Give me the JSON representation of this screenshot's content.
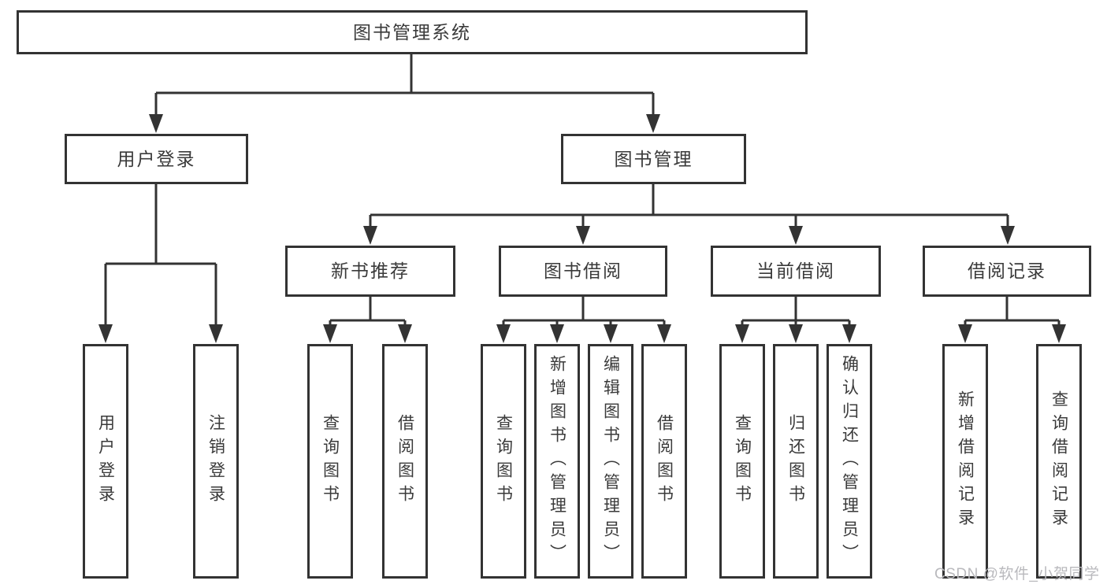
{
  "diagram": {
    "title": "图书管理系统",
    "line_color": "#333333",
    "tree": {
      "label": "图书管理系统",
      "children": [
        {
          "label": "用户登录",
          "children": [
            {
              "label": "用户登录"
            },
            {
              "label": "注销登录"
            }
          ]
        },
        {
          "label": "图书管理",
          "children": [
            {
              "label": "新书推荐",
              "children": [
                {
                  "label": "查询图书"
                },
                {
                  "label": "借阅图书"
                }
              ]
            },
            {
              "label": "图书借阅",
              "children": [
                {
                  "label": "查询图书"
                },
                {
                  "label": "新增图书（管理员）"
                },
                {
                  "label": "编辑图书（管理员）"
                },
                {
                  "label": "借阅图书"
                }
              ]
            },
            {
              "label": "当前借阅",
              "children": [
                {
                  "label": "查询图书"
                },
                {
                  "label": "归还图书"
                },
                {
                  "label": "确认归还（管理员）"
                }
              ]
            },
            {
              "label": "借阅记录",
              "children": [
                {
                  "label": "新增借阅记录"
                },
                {
                  "label": "查询借阅记录"
                }
              ]
            }
          ]
        }
      ]
    }
  },
  "watermark": {
    "text": "CSDN @软件_小贺同学",
    "color": "#b9b9bd"
  }
}
